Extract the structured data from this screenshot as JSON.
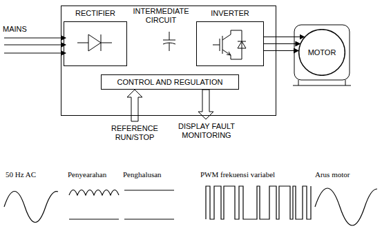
{
  "diagram": {
    "nodes": [
      {
        "text": []
      },
      {
        "text": [
          "RECTIFIER"
        ],
        "in": 0
      },
      {
        "text": [
          "INVERTER"
        ],
        "in": 0
      },
      {
        "text": [
          "CONTROL AND REGULATION"
        ],
        "in": 0
      },
      {
        "text": [
          "MOTOR"
        ]
      }
    ],
    "edges": [
      {
        "from": 2,
        "to": 4,
        "arrow": "to"
      },
      {
        "from": 2,
        "to": 4,
        "arrow": "to"
      },
      {
        "from": 2,
        "to": 4,
        "arrow": "to"
      }
    ],
    "labels": [
      "MAINS",
      "INTERMEDIATE CIRCUIT",
      "REFERENCE RUN/STOP",
      "DISPLAY FAULT MONITORING",
      "50 Hz AC",
      "Penyearahan",
      "Penghalusan",
      "PWM frekuensi variabel",
      "Arus motor"
    ]
  }
}
